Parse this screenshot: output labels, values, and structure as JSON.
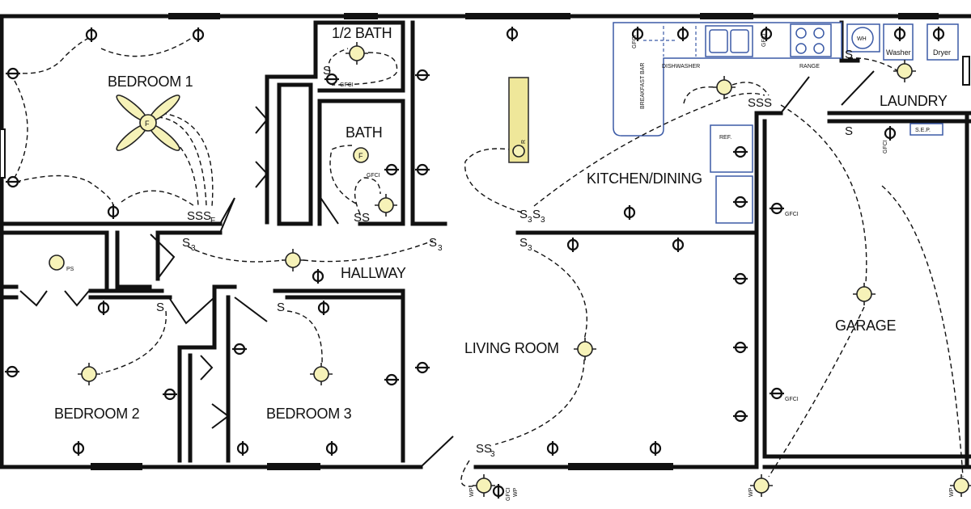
{
  "rooms": {
    "bedroom1": "BEDROOM 1",
    "half_bath": "1/2 BATH",
    "bath": "BATH",
    "hallway": "HALLWAY",
    "bedroom2": "BEDROOM 2",
    "bedroom3": "BEDROOM 3",
    "living_room": "LIVING ROOM",
    "kitchen_dining": "KITCHEN/DINING",
    "laundry": "LAUNDRY",
    "garage": "GARAGE"
  },
  "appliances": {
    "breakfast_bar": "BREAKFAST BAR",
    "dishwasher": "DISHWASHER",
    "range": "RANGE",
    "ref": "REF.",
    "washer": "Washer",
    "dryer": "Dryer",
    "water_heater": "WH",
    "sep": "S.E.P.",
    "ps": "PS"
  },
  "symbols": {
    "fan": "F",
    "fan_small": "F",
    "recessed": "R",
    "gfci": "GFCI",
    "wp": "WP",
    "s": "S",
    "s3": "S",
    "three": "3",
    "sss_f": "SSS",
    "f_sub": "F",
    "ss": "SS",
    "sss": "SSS"
  },
  "colors": {
    "fixture_fill": "#f6f2b8",
    "appliance_stroke": "#3b5aa6",
    "wall": "#111111"
  }
}
